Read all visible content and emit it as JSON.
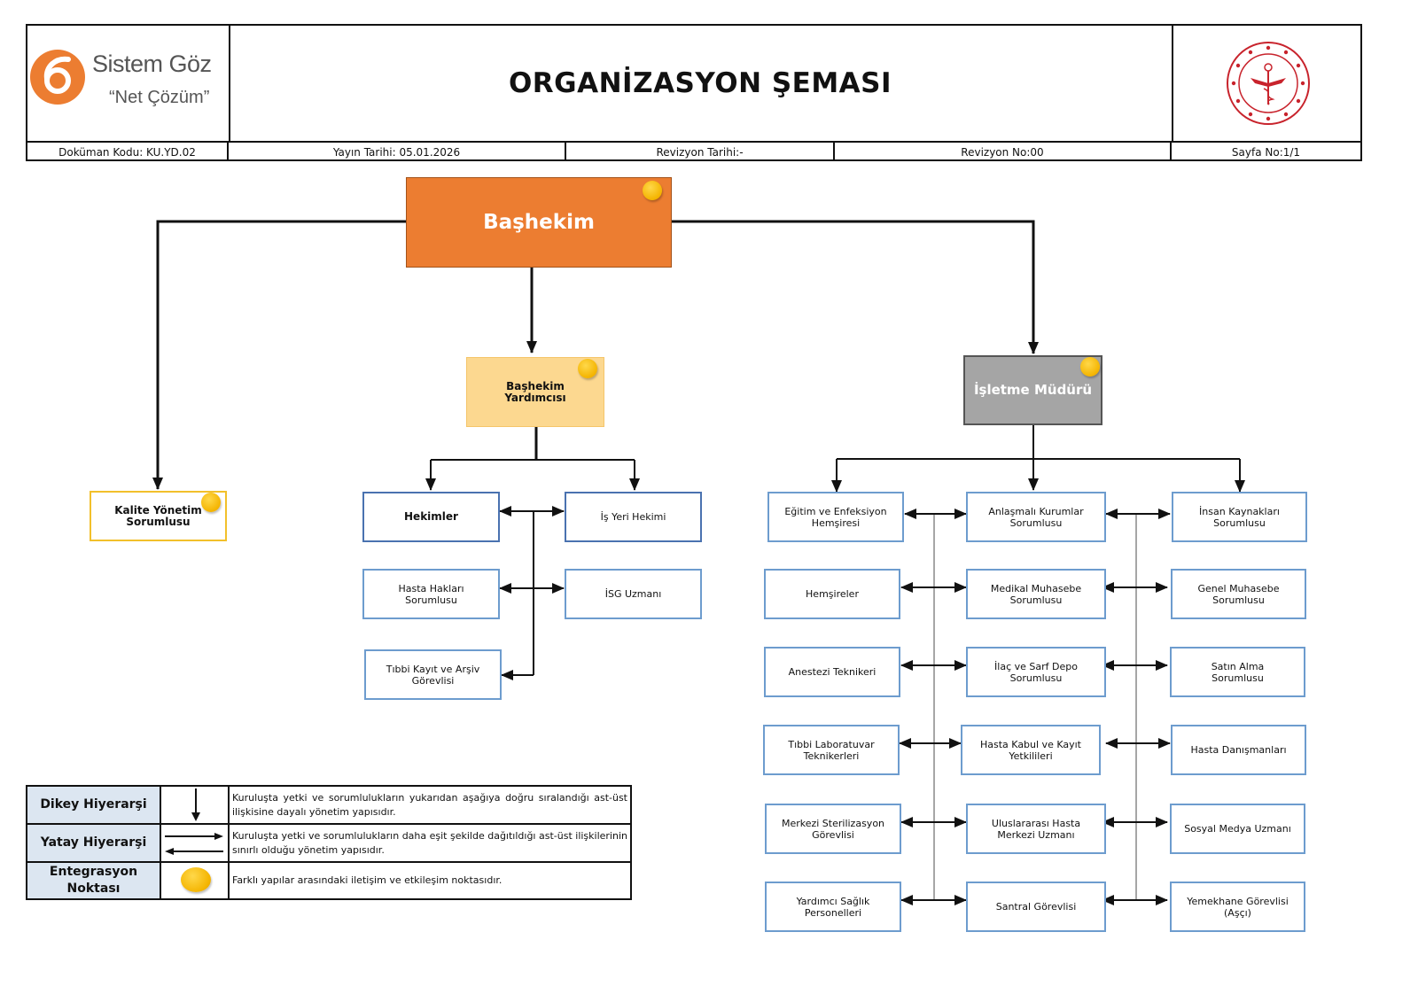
{
  "header": {
    "logo": {
      "name": "Sistem Göz",
      "tagline": "“Net Çözüm”",
      "brand_color": "#ec7d31"
    },
    "title": "ORGANİZASYON ŞEMASI",
    "emblem": {
      "label": "TÜRKİYE CUMHURİYETİ SAĞLIK BAKANLIĞI",
      "color": "#c8232c"
    },
    "meta": [
      {
        "label": "Doküman Kodu: KU.YD.02"
      },
      {
        "label": "Yayın Tarihi: 05.01.2026"
      },
      {
        "label": "Revizyon Tarihi:-"
      },
      {
        "label": "Revizyon No:00"
      },
      {
        "label": "Sayfa No:1/1"
      }
    ]
  },
  "org": {
    "top": {
      "label": "Başhekim",
      "integration_point": true
    },
    "quality": {
      "label": "Kalite Yönetim Sorumlusu",
      "integration_point": true
    },
    "deputy": {
      "label": "Başhekim Yardımcısı",
      "integration_point": true
    },
    "manager": {
      "label": "İşletme Müdürü",
      "integration_point": true
    },
    "deputy_units": [
      {
        "label": "Hekimler"
      },
      {
        "label": "İş Yeri Hekimi"
      },
      {
        "label": "Hasta Hakları Sorumlusu"
      },
      {
        "label": "İSG Uzmanı"
      },
      {
        "label": "Tıbbi Kayıt ve Arşiv Görevlisi"
      }
    ],
    "manager_col1": [
      {
        "label": "Eğitim ve Enfeksiyon Hemşiresi"
      },
      {
        "label": "Hemşireler"
      },
      {
        "label": "Anestezi Teknikeri"
      },
      {
        "label": "Tıbbi Laboratuvar Teknikerleri"
      },
      {
        "label": "Merkezi Sterilizasyon Görevlisi"
      },
      {
        "label": "Yardımcı Sağlık Personelleri"
      }
    ],
    "manager_col2": [
      {
        "label": "Anlaşmalı Kurumlar Sorumlusu"
      },
      {
        "label": "Medikal Muhasebe Sorumlusu"
      },
      {
        "label": "İlaç ve Sarf Depo Sorumlusu"
      },
      {
        "label": "Hasta Kabul ve Kayıt Yetkilileri"
      },
      {
        "label": "Uluslararası Hasta Merkezi Uzmanı"
      },
      {
        "label": "Santral Görevlisi"
      }
    ],
    "manager_col3": [
      {
        "label": "İnsan Kaynakları Sorumlusu"
      },
      {
        "label": "Genel Muhasebe Sorumlusu"
      },
      {
        "label": "Satın Alma Sorumlusu"
      },
      {
        "label": "Hasta Danışmanları"
      },
      {
        "label": "Sosyal Medya Uzmanı"
      },
      {
        "label": "Yemekhane Görevlisi (Aşçı)"
      }
    ]
  },
  "legend": [
    {
      "name": "Dikey Hiyerarşi",
      "symbol": "arrow-down-icon",
      "description": "Kuruluşta yetki ve sorumlulukların yukarıdan aşağıya doğru sıralandığı ast-üst ilişkisine dayalı yönetim yapısıdır."
    },
    {
      "name": "Yatay Hiyerarşi",
      "symbol": "arrows-horizontal-icon",
      "description": "Kuruluşta yetki ve sorumlulukların daha eşit şekilde dağıtıldığı ast-üst ilişkilerinin sınırlı olduğu yönetim yapısıdır."
    },
    {
      "name": "Entegrasyon Noktası",
      "symbol": "yellow-dot-icon",
      "description": "Farklı yapılar arasındaki iletişim ve etkileşim noktasıdır."
    }
  ]
}
